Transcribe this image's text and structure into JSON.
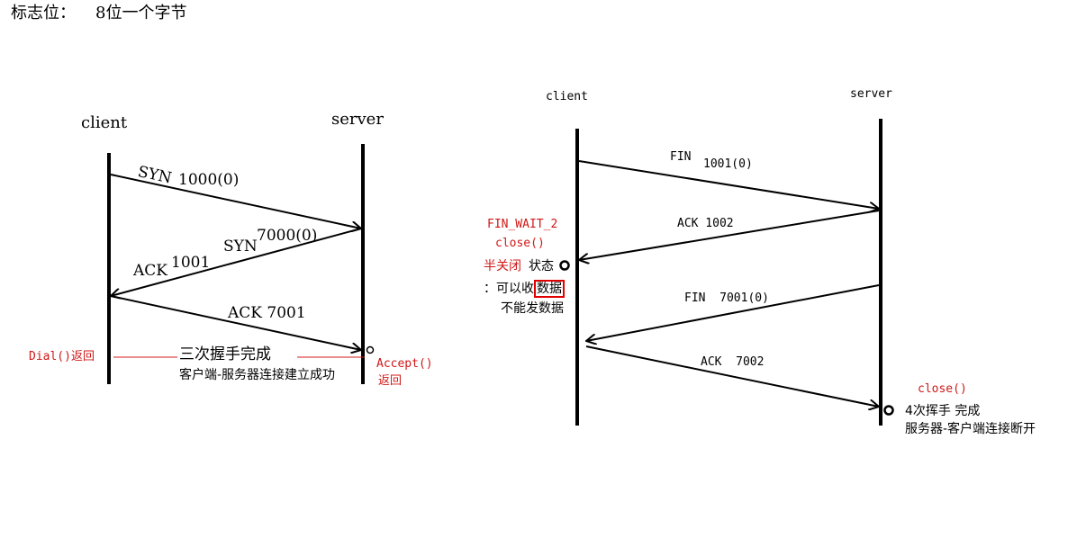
{
  "heading": {
    "label": "标志位：",
    "value": "8位一个字节"
  },
  "three_way": {
    "client": "client",
    "server": "server",
    "msg1": {
      "flag": "SYN",
      "seq": "1000(0)"
    },
    "msg2": {
      "flag": "SYN",
      "seq": "7000(0)"
    },
    "msg2_ack": {
      "flag": "ACK",
      "num": "1001"
    },
    "msg3": {
      "text": "ACK 7001"
    },
    "dial_return": "Dial()返回",
    "accept_return_1": "Accept()",
    "accept_return_2": "返回",
    "complete": "三次握手完成",
    "established": "客户端-服务器连接建立成功"
  },
  "four_way": {
    "client": "client",
    "server": "server",
    "msg1": {
      "flag": "FIN",
      "seq": "1001(0)"
    },
    "msg2": {
      "text": "ACK 1002"
    },
    "msg3": {
      "text": "FIN  7001(0)"
    },
    "msg4": {
      "text": "ACK  7002"
    },
    "fin_wait": "FIN_WAIT_2",
    "client_close": "close()",
    "half_close": "半关闭",
    "state": "状态",
    "can_recv_prefix": "：可以收",
    "can_recv_boxed": "数据",
    "cannot_send": "不能发数据",
    "server_close": "close()",
    "complete": "4次挥手 完成",
    "disconnected": "服务器-客户端连接断开"
  }
}
